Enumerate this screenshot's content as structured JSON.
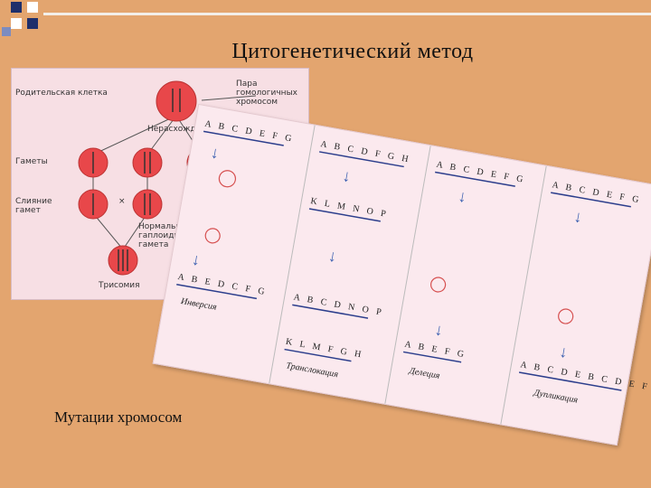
{
  "title": "Цитогенетический метод",
  "caption": "Мутации хромосом",
  "left_panel": {
    "labels": {
      "parent_cell": "Родительская клетка",
      "homolog_pair": "Пара гомологичных хромосом",
      "nondisjunction": "Нерасхождение",
      "gametes": "Гаметы",
      "fusion": "Слияние гамет",
      "normal_gamete": "Нормальная гаплоидная гамета",
      "trisomy": "Трисомия",
      "times": "×"
    }
  },
  "right_panel": {
    "sequences": {
      "s1": "A B C D E F G",
      "s2": "A B C D F G H",
      "s3": "A B C D E F G",
      "s4": "A B C D E F G",
      "s5": "K L M N O P",
      "inv_result": "A B E D C F G",
      "trans_result1": "A B C D N O P",
      "trans_result2": "K L M F G H",
      "del_result": "A B E F G",
      "dup_result": "A B C D E B C D E F G"
    },
    "names": {
      "inversion": "Инверсия",
      "translocation": "Транслокация",
      "deletion": "Делеция",
      "duplication": "Дупликация"
    }
  },
  "colors": {
    "background": "#e3a56f",
    "cell": "#e8474a",
    "chromosome_line": "#2c3e8c",
    "arrow": "#3a5fb0"
  }
}
